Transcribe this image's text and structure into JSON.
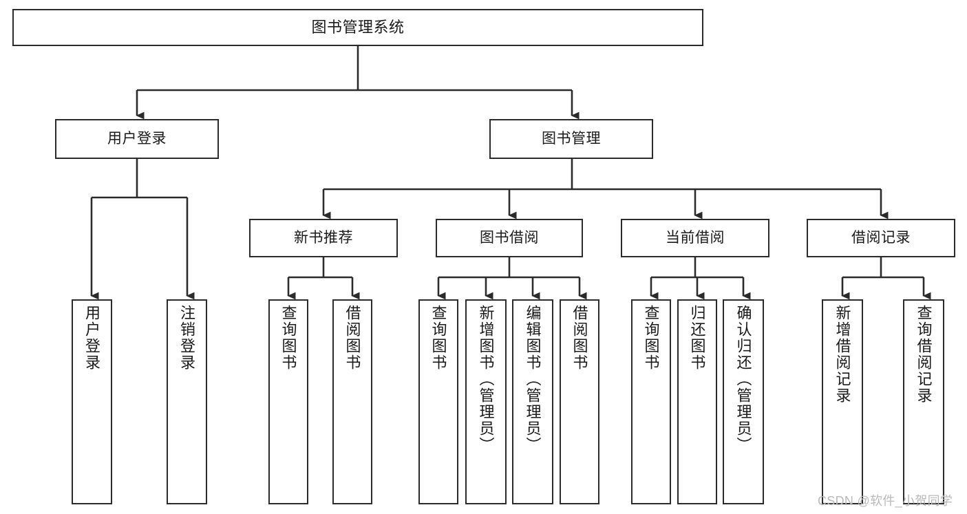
{
  "diagram": {
    "type": "tree-hierarchy-chart",
    "title": "图书管理系统",
    "orientation": "top-down",
    "colors": {
      "box_border": "#2b2b2b",
      "box_fill": "#ffffff",
      "connector": "#2b2b2b",
      "text": "#1a1a1a",
      "watermark": "#b9b9b9",
      "background": "#ffffff"
    }
  },
  "root": {
    "label": "图书管理系统"
  },
  "level2": [
    {
      "id": "user-login",
      "label": "用户登录"
    },
    {
      "id": "book-manage",
      "label": "图书管理"
    }
  ],
  "level3": [
    {
      "id": "new-book-recommend",
      "label": "新书推荐",
      "parent": "book-manage"
    },
    {
      "id": "book-borrow",
      "label": "图书借阅",
      "parent": "book-manage"
    },
    {
      "id": "current-borrow",
      "label": "当前借阅",
      "parent": "book-manage"
    },
    {
      "id": "borrow-record",
      "label": "借阅记录",
      "parent": "book-manage"
    }
  ],
  "leaves": {
    "user_login": [
      {
        "id": "leaf-user-login",
        "label": "用户登录"
      },
      {
        "id": "leaf-user-logout",
        "label": "注销登录"
      }
    ],
    "new_book_recommend": [
      {
        "id": "leaf-query-book-1",
        "label": "查询图书"
      },
      {
        "id": "leaf-borrow-book-1",
        "label": "借阅图书"
      }
    ],
    "book_borrow": [
      {
        "id": "leaf-query-book-2",
        "label": "查询图书"
      },
      {
        "id": "leaf-add-book",
        "label": "新增图书（管理员）"
      },
      {
        "id": "leaf-edit-book",
        "label": "编辑图书（管理员）"
      },
      {
        "id": "leaf-borrow-book-2",
        "label": "借阅图书"
      }
    ],
    "current_borrow": [
      {
        "id": "leaf-query-book-3",
        "label": "查询图书"
      },
      {
        "id": "leaf-return-book",
        "label": "归还图书"
      },
      {
        "id": "leaf-confirm-return",
        "label": "确认归还（管理员）"
      }
    ],
    "borrow_record": [
      {
        "id": "leaf-add-record",
        "label": "新增借阅记录"
      },
      {
        "id": "leaf-query-record",
        "label": "查询借阅记录"
      }
    ]
  },
  "watermark": {
    "text": "CSDN @软件_小贺同学"
  }
}
